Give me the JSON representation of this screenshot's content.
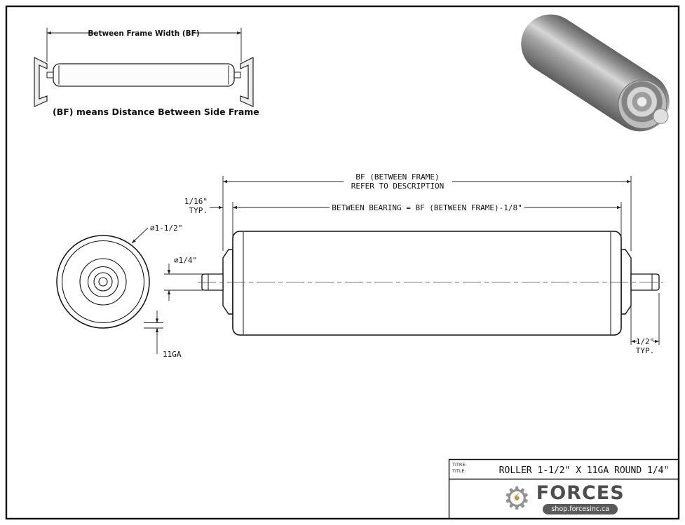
{
  "inset": {
    "dim_label": "Between Frame Width (BF)",
    "caption": "(BF) means Distance Between Side Frame"
  },
  "dims": {
    "bf_line1": "BF (BETWEEN FRAME)",
    "bf_line2": "REFER TO DESCRIPTION",
    "between_bearing": "BETWEEN BEARING = BF (BETWEEN FRAME)-1/8\"",
    "gap1": "1/16\"",
    "gap2": "TYP.",
    "roller_dia": "⌀1-1/2\"",
    "shaft_dia": "⌀1/4\"",
    "gauge": "11GA",
    "ext1": "1/2\"",
    "ext2": "TYP."
  },
  "title_block": {
    "label_fr": "TITRE:",
    "label_en": "TITLE:",
    "title": "ROLLER 1-1/2\" X 11GA ROUND 1/4\"",
    "brand": "FORCES",
    "url": "shop.forcesinc.ca"
  },
  "colors": {
    "line": "#1a1a1a",
    "accent": "#f7a600",
    "brand_text": "#4d4d4d",
    "pill_bg": "#5a5a5a"
  }
}
